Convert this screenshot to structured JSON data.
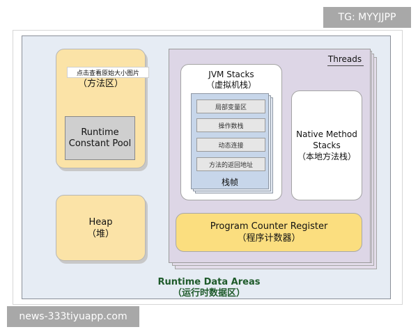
{
  "overlays": {
    "top_tag": "TG: MYYJJPP",
    "bottom_tag": "news-333tiyuapp.com"
  },
  "method_area": {
    "tip": "点击查看原始大小图片",
    "label": "（方法区）"
  },
  "runtime_constant_pool": {
    "line1": "Runtime",
    "line2": "Constant Pool"
  },
  "heap": {
    "line1": "Heap",
    "line2": "（堆）"
  },
  "threads": {
    "label": "Threads"
  },
  "jvm_stacks": {
    "line1": "JVM Stacks",
    "line2": "（虚拟机栈）"
  },
  "stack_frame": {
    "slots": [
      "局部变量区",
      "操作数栈",
      "动态连接",
      "方法的返回地址"
    ],
    "label": "栈帧"
  },
  "native_method_stacks": {
    "line1": "Native Method",
    "line2": "Stacks",
    "line3": "（本地方法栈）"
  },
  "pc_register": {
    "line1": "Program Counter Register",
    "line2": "（程序计数器）"
  },
  "runtime_data_areas": {
    "line1": "Runtime Data Areas",
    "line2": "（运行时数据区）"
  },
  "colors": {
    "yellow_box": "#fbe3a7",
    "pc_box": "#fbde7f",
    "area_bg": "#e6ecf4",
    "threads_bg": "#ddd6e6",
    "caption": "#1e5a2a"
  }
}
